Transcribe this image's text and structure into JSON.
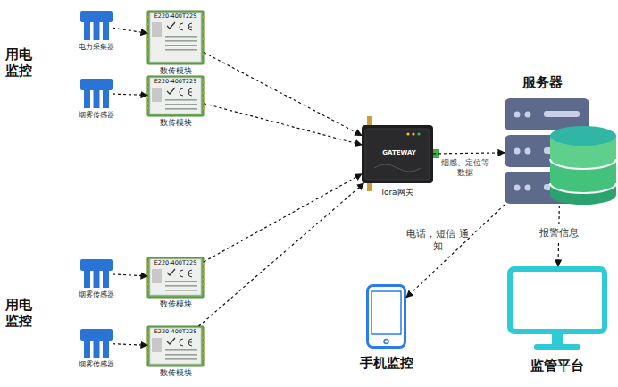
{
  "diagram": {
    "nodes": [
      {
        "text": [
          "电力采集器"
        ]
      },
      {
        "text": [
          "E220-400T22S",
          "数传模块"
        ]
      },
      {
        "text": [
          "烟雾传感器"
        ]
      },
      {
        "text": [
          "E220-400T22S",
          "数传模块"
        ]
      },
      {
        "text": [
          "GATEWAY",
          "lora网关"
        ]
      },
      {
        "text": [
          "服务器"
        ]
      },
      {
        "text": [
          "烟雾传感器"
        ]
      },
      {
        "text": [
          "E220-400T22S",
          "数传模块"
        ]
      },
      {
        "text": [
          "烟雾传感器"
        ]
      },
      {
        "text": [
          "E220-400T22S",
          "数传模块"
        ]
      },
      {
        "text": [
          "手机监控"
        ]
      },
      {
        "text": [
          "监管平台"
        ]
      }
    ],
    "edges": [
      {
        "from": 0,
        "to": 1,
        "arrow": "to"
      },
      {
        "from": 2,
        "to": 3,
        "arrow": "to"
      },
      {
        "from": 6,
        "to": 7,
        "arrow": "to"
      },
      {
        "from": 8,
        "to": 9,
        "arrow": "to"
      },
      {
        "from": 1,
        "to": 4,
        "arrow": "to"
      },
      {
        "from": 3,
        "to": 4,
        "arrow": "to"
      },
      {
        "from": 7,
        "to": 4,
        "arrow": "to"
      },
      {
        "from": 9,
        "to": 4,
        "arrow": "to"
      },
      {
        "from": 4,
        "to": 5,
        "label": "烟感、定位等 数据",
        "arrow": "to"
      },
      {
        "from": 5,
        "to": 10,
        "label": "电话，短信 通知",
        "arrow": "to"
      },
      {
        "from": 5,
        "to": 11,
        "label": "报警信息",
        "arrow": "to"
      }
    ],
    "labels": [
      "用电 监控",
      "用电 监控"
    ]
  }
}
